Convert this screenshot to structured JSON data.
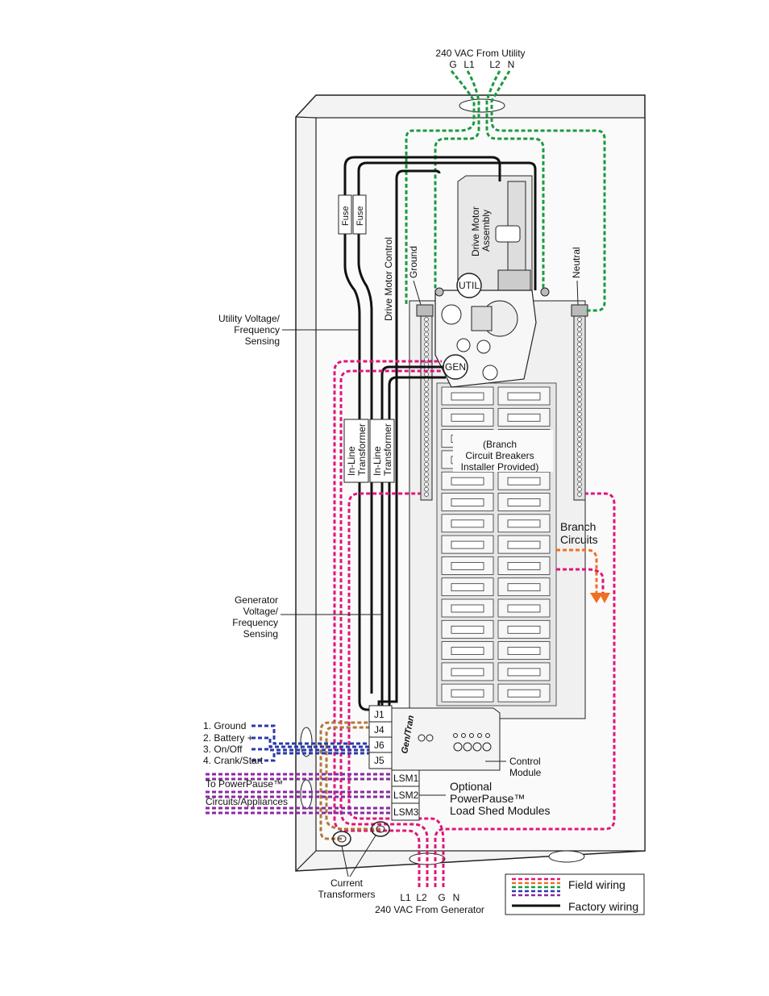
{
  "labels": {
    "utility_source": "240 VAC From Utility",
    "utility_terms": [
      "G",
      "L1",
      "L2",
      "N"
    ],
    "fuse": "Fuse",
    "drive_motor_control": "Drive Motor Control",
    "ground": "Ground",
    "drive_motor_assembly_1": "Drive Motor",
    "drive_motor_assembly_2": "Assembly",
    "neutral": "Neutral",
    "util": "UTIL",
    "gen": "GEN",
    "utility_sensing": [
      "Utility Voltage/",
      "Frequency",
      "Sensing"
    ],
    "inline_transformer_1": "In-Line",
    "inline_transformer_2": "Transformer",
    "branch_breakers": [
      "(Branch",
      "Circuit Breakers",
      "Installer Provided)"
    ],
    "branch_circuits": [
      "Branch",
      "Circuits"
    ],
    "generator_sensing": [
      "Generator",
      "Voltage/",
      "Frequency",
      "Sensing"
    ],
    "connectors": [
      "J1",
      "J4",
      "J6",
      "J5"
    ],
    "brand": "Gen/Tran",
    "control_module": [
      "Control",
      "Module"
    ],
    "lsm": [
      "LSM1",
      "LSM2",
      "LSM3"
    ],
    "optional_modules": [
      "Optional",
      "PowerPause™",
      "Load Shed Modules"
    ],
    "gen_inputs": [
      "1. Ground",
      "2. Battery +",
      "3. On/Off",
      "4. Crank/Start"
    ],
    "powerpause_circuits": [
      "To PowerPause™",
      "Circuits/Appliances"
    ],
    "current_transformers": [
      "Current",
      "Transformers"
    ],
    "generator_terms": [
      "L1",
      "L2",
      "G",
      "N"
    ],
    "generator_source": "240 VAC From Generator"
  },
  "legend": {
    "field_wiring": "Field wiring",
    "factory_wiring": "Factory wiring",
    "field_colors": [
      "#e0157a",
      "#f07020",
      "#1a9a40",
      "#2a3aa8",
      "#8a2aa0"
    ],
    "factory_color": "#111111"
  },
  "colors": {
    "utility_wire": "#1a9a40",
    "generator_wire": "#e0157a",
    "branch_wire": "#f07020",
    "control_wire": "#2a3aa8",
    "loadshed_wire": "#8a2aa0",
    "ct_wire": "#b0783a"
  }
}
